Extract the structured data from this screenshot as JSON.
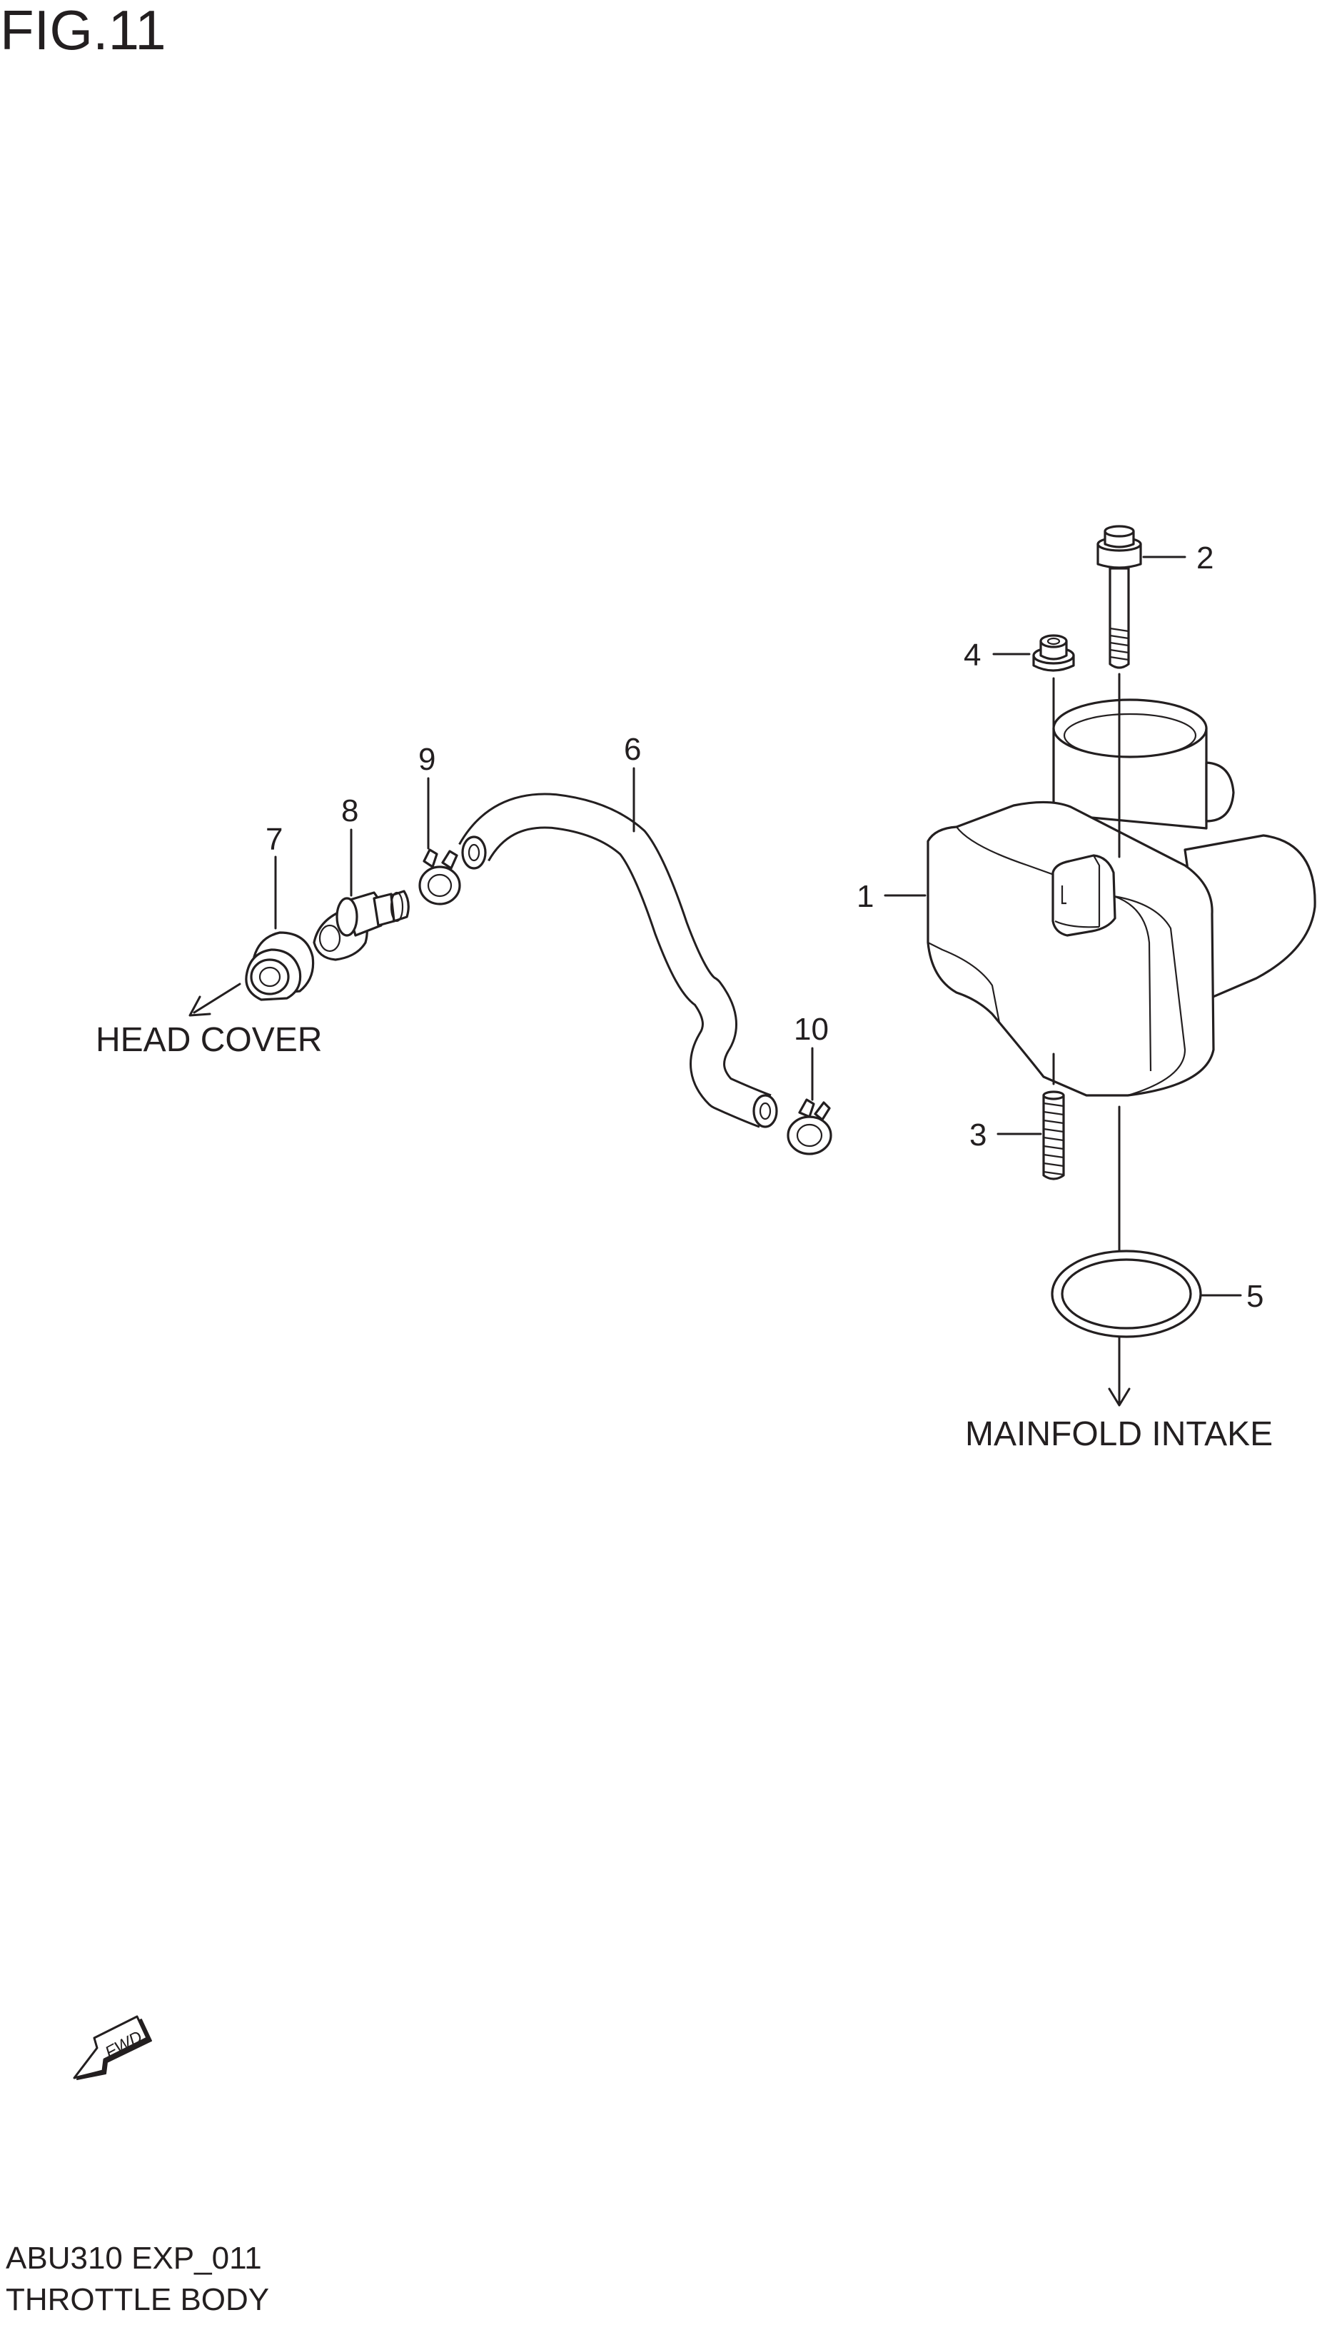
{
  "figure": {
    "title": "FIG.11"
  },
  "callouts": [
    {
      "id": "c1",
      "label": "1"
    },
    {
      "id": "c2",
      "label": "2"
    },
    {
      "id": "c3",
      "label": "3"
    },
    {
      "id": "c4",
      "label": "4"
    },
    {
      "id": "c5",
      "label": "5"
    },
    {
      "id": "c6",
      "label": "6"
    },
    {
      "id": "c7",
      "label": "7"
    },
    {
      "id": "c8",
      "label": "8"
    },
    {
      "id": "c9",
      "label": "9"
    },
    {
      "id": "c10",
      "label": "10"
    }
  ],
  "annotations": {
    "head_cover": "HEAD COVER",
    "manifold_intake": "MAINFOLD INTAKE"
  },
  "fwd_arrow": {
    "label": "FWD"
  },
  "footer": {
    "code": "ABU310 EXP_011",
    "name": "THROTTLE BODY"
  }
}
